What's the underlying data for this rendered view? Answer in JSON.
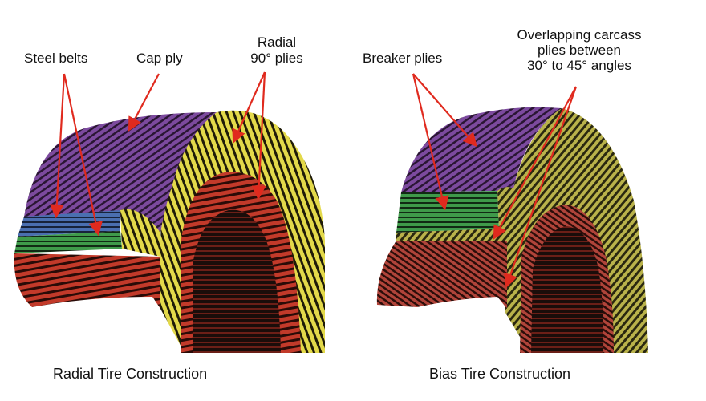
{
  "radial": {
    "labels": {
      "steel_belts": "Steel belts",
      "cap_ply": "Cap ply",
      "radial_line1": "Radial",
      "radial_line2": "90° plies"
    },
    "caption": "Radial Tire Construction"
  },
  "bias": {
    "labels": {
      "breaker_plies": "Breaker plies",
      "overlap_line1": "Overlapping carcass",
      "overlap_line2": "plies between",
      "overlap_line3": "30° to 45° angles"
    },
    "caption": "Bias Tire Construction"
  },
  "colors": {
    "purple": "#8b55a8",
    "blue": "#4a6fb0",
    "green": "#3f9a4a",
    "yellow": "#e3d94a",
    "red": "#c23a2a",
    "dark": "#1a0d0a",
    "arrow": "#e02a1e"
  }
}
